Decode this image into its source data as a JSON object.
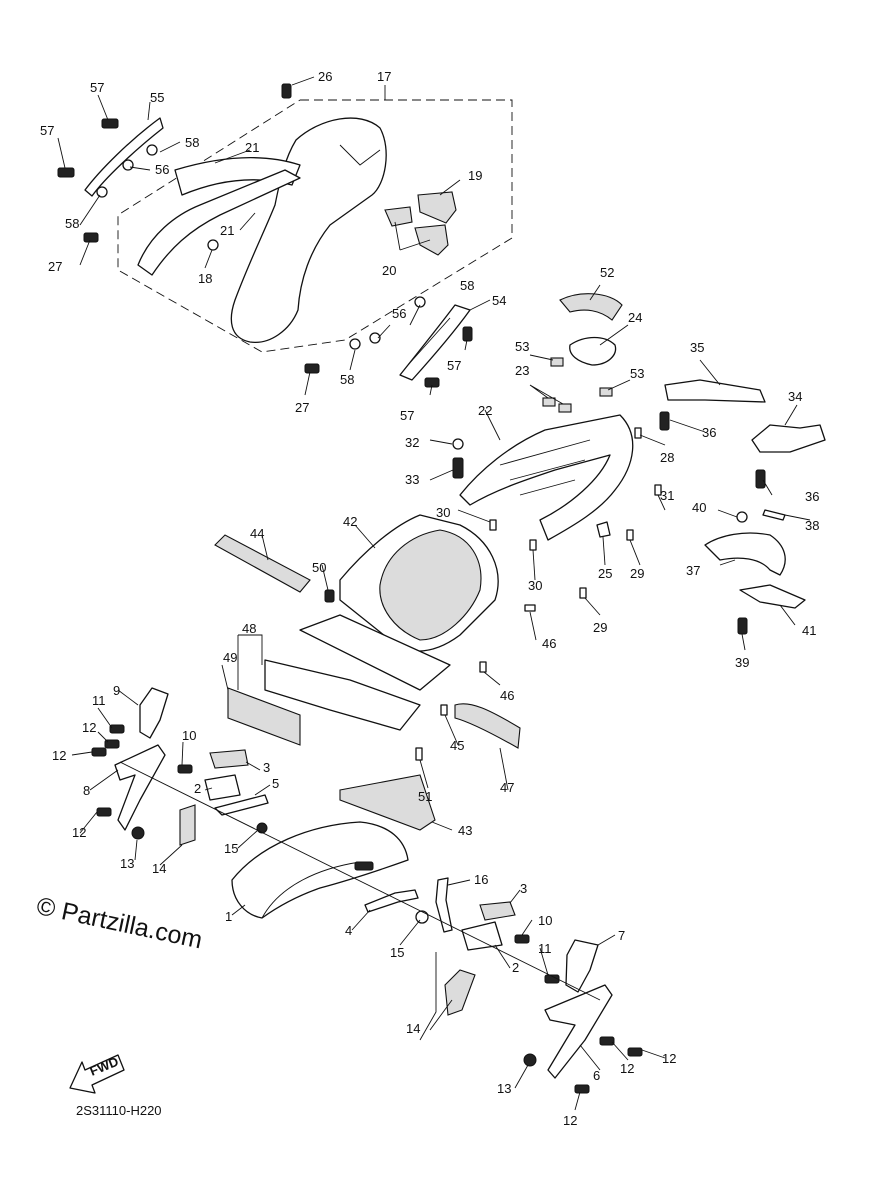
{
  "credit": "© Partzilla.com",
  "diagram_code": "2S31110-H220",
  "fwd_label": "FWD",
  "callouts": {
    "c1": "1",
    "c2a": "2",
    "c2b": "2",
    "c3a": "3",
    "c3b": "3",
    "c4": "4",
    "c5": "5",
    "c6": "6",
    "c7": "7",
    "c8": "8",
    "c9": "9",
    "c10a": "10",
    "c10b": "10",
    "c11a": "11",
    "c11b": "11",
    "c12a": "12",
    "c12b": "12",
    "c12c": "12",
    "c12d": "12",
    "c12e": "12",
    "c12f": "12",
    "c13a": "13",
    "c13b": "13",
    "c14a": "14",
    "c14b": "14",
    "c15a": "15",
    "c15b": "15",
    "c16": "16",
    "c17": "17",
    "c18": "18",
    "c19": "19",
    "c20": "20",
    "c21a": "21",
    "c21b": "21",
    "c22": "22",
    "c23": "23",
    "c24": "24",
    "c25": "25",
    "c26": "26",
    "c27a": "27",
    "c27b": "27",
    "c28": "28",
    "c29a": "29",
    "c29b": "29",
    "c30a": "30",
    "c30b": "30",
    "c31": "31",
    "c32": "32",
    "c33": "33",
    "c34": "34",
    "c35": "35",
    "c36a": "36",
    "c36b": "36",
    "c37": "37",
    "c38": "38",
    "c39": "39",
    "c40": "40",
    "c41": "41",
    "c42": "42",
    "c43": "43",
    "c44": "44",
    "c45": "45",
    "c46a": "46",
    "c46b": "46",
    "c47": "47",
    "c48": "48",
    "c49": "49",
    "c50": "50",
    "c51": "51",
    "c52": "52",
    "c53a": "53",
    "c53b": "53",
    "c54": "54",
    "c55": "55",
    "c56a": "56",
    "c56b": "56",
    "c57a": "57",
    "c57b": "57",
    "c57c": "57",
    "c57d": "57",
    "c58a": "58",
    "c58b": "58",
    "c58c": "58",
    "c58d": "58"
  }
}
